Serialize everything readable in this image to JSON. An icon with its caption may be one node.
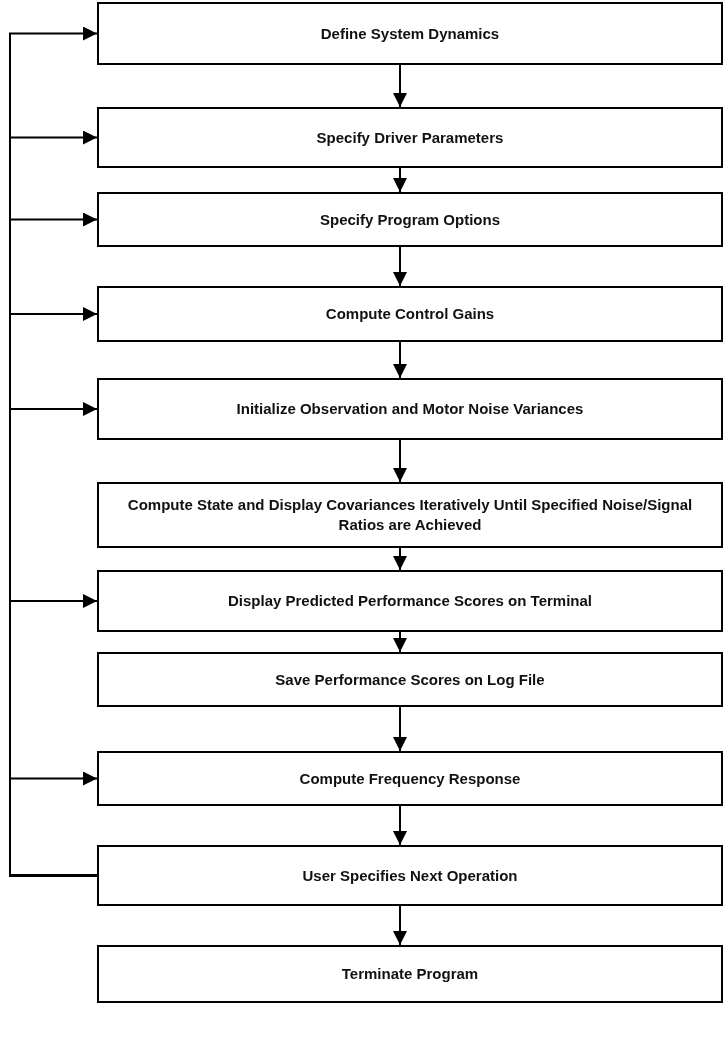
{
  "diagram": {
    "nodes": [
      {
        "text": [
          "Define System Dynamics"
        ]
      },
      {
        "text": [
          "Specify Driver Parameters"
        ]
      },
      {
        "text": [
          "Specify Program Options"
        ]
      },
      {
        "text": [
          "Compute Control Gains"
        ]
      },
      {
        "text": [
          "Initialize Observation and Motor Noise Variances"
        ]
      },
      {
        "text": [
          "Compute State and Display Covariances Iteratively Until Specified Noise/Signal Ratios are Achieved"
        ]
      },
      {
        "text": [
          "Display Predicted Performance Scores on Terminal"
        ]
      },
      {
        "text": [
          "Save Performance Scores on Log File"
        ]
      },
      {
        "text": [
          "Compute Frequency Response"
        ]
      },
      {
        "text": [
          "User Specifies Next Operation"
        ]
      },
      {
        "text": [
          "Terminate Program"
        ]
      }
    ],
    "edges": [
      {
        "from": 0,
        "to": 1,
        "arrow": "to"
      },
      {
        "from": 1,
        "to": 2,
        "arrow": "to"
      },
      {
        "from": 2,
        "to": 3,
        "arrow": "to"
      },
      {
        "from": 3,
        "to": 4,
        "arrow": "to"
      },
      {
        "from": 4,
        "to": 5,
        "arrow": "to"
      },
      {
        "from": 5,
        "to": 6,
        "arrow": "to"
      },
      {
        "from": 6,
        "to": 7,
        "arrow": "to"
      },
      {
        "from": 7,
        "to": 8,
        "arrow": "to"
      },
      {
        "from": 8,
        "to": 9,
        "arrow": "to"
      },
      {
        "from": 9,
        "to": 10,
        "arrow": "to"
      },
      {
        "from": 9,
        "to": 0,
        "arrow": "to"
      },
      {
        "from": 9,
        "to": 1,
        "arrow": "to"
      },
      {
        "from": 9,
        "to": 2,
        "arrow": "to"
      },
      {
        "from": 9,
        "to": 3,
        "arrow": "to"
      },
      {
        "from": 9,
        "to": 4,
        "arrow": "to"
      },
      {
        "from": 9,
        "to": 6,
        "arrow": "to"
      },
      {
        "from": 9,
        "to": 8,
        "arrow": "to"
      }
    ]
  }
}
